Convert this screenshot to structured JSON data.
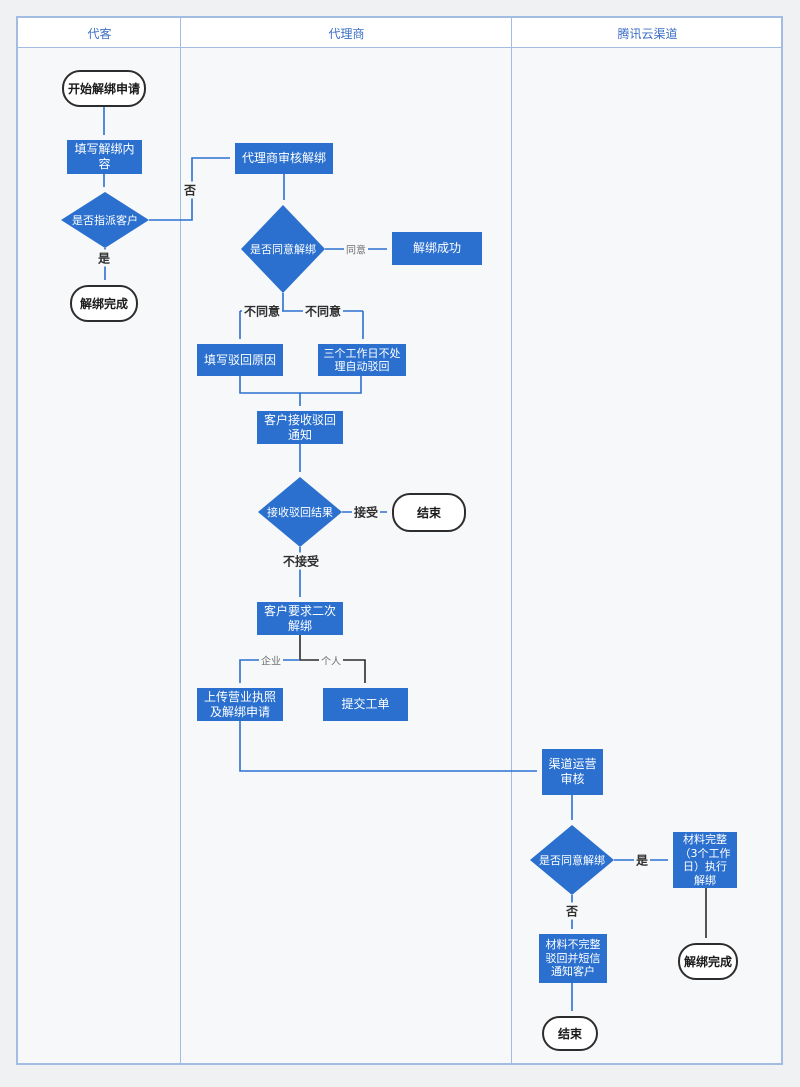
{
  "lanes": [
    {
      "label": "代客"
    },
    {
      "label": "代理商"
    },
    {
      "label": "腾讯云渠道"
    }
  ],
  "nodes": {
    "start": {
      "type": "terminator",
      "label": "开始解绑申请"
    },
    "fill_content": {
      "type": "process",
      "label": "填写解绑内\n容"
    },
    "assign_decision": {
      "type": "decision",
      "label": "是否指派客户"
    },
    "done_1": {
      "type": "terminator",
      "label": "解绑完成"
    },
    "agent_review": {
      "type": "process",
      "label": "代理商审核解绑"
    },
    "agree_decision": {
      "type": "decision",
      "label": "是否同意解绑"
    },
    "unbind_success": {
      "type": "process",
      "label": "解绑成功"
    },
    "fill_reject_reason": {
      "type": "process",
      "label": "填写驳回原因"
    },
    "auto_reject": {
      "type": "process",
      "label": "三个工作日不处\n理自动驳回"
    },
    "notify_reject": {
      "type": "process",
      "label": "客户接收驳回\n通知"
    },
    "result_decision": {
      "type": "decision",
      "label": "接收驳回结果"
    },
    "end_2": {
      "type": "terminator",
      "label": "结束"
    },
    "second_unbind": {
      "type": "process",
      "label": "客户要求二次\n解绑"
    },
    "upload_license": {
      "type": "process",
      "label": "上传营业执照\n及解绑申请"
    },
    "submit_ticket": {
      "type": "process",
      "label": "提交工单"
    },
    "channel_review": {
      "type": "process",
      "label": "渠道运营\n审核"
    },
    "channel_agree_decision": {
      "type": "decision",
      "label": "是否同意解绑"
    },
    "material_complete": {
      "type": "process",
      "label": "材料完整\n（3个工作\n日）执行\n解绑"
    },
    "material_incomplete": {
      "type": "process",
      "label": "材料不完整\n驳回并短信\n通知客户"
    },
    "end_3": {
      "type": "terminator",
      "label": "结束"
    },
    "done_3": {
      "type": "terminator",
      "label": "解绑完成"
    }
  },
  "edge_labels": {
    "no_1": "否",
    "yes_1": "是",
    "agree": "同意",
    "disagree_left": "不同意",
    "disagree_right": "不同意",
    "accept": "接受",
    "not_accept": "不接受",
    "enterprise": "企业",
    "personal": "个人",
    "yes_3": "是",
    "no_3": "否"
  },
  "colors": {
    "node_fill": "#2b70cf",
    "edge_blue": "#2b70cf",
    "edge_dark": "#2b2b2b",
    "frame_border": "#a3bce4",
    "header_text": "#3d6fc4",
    "lane_background": "#f7f8fa"
  }
}
